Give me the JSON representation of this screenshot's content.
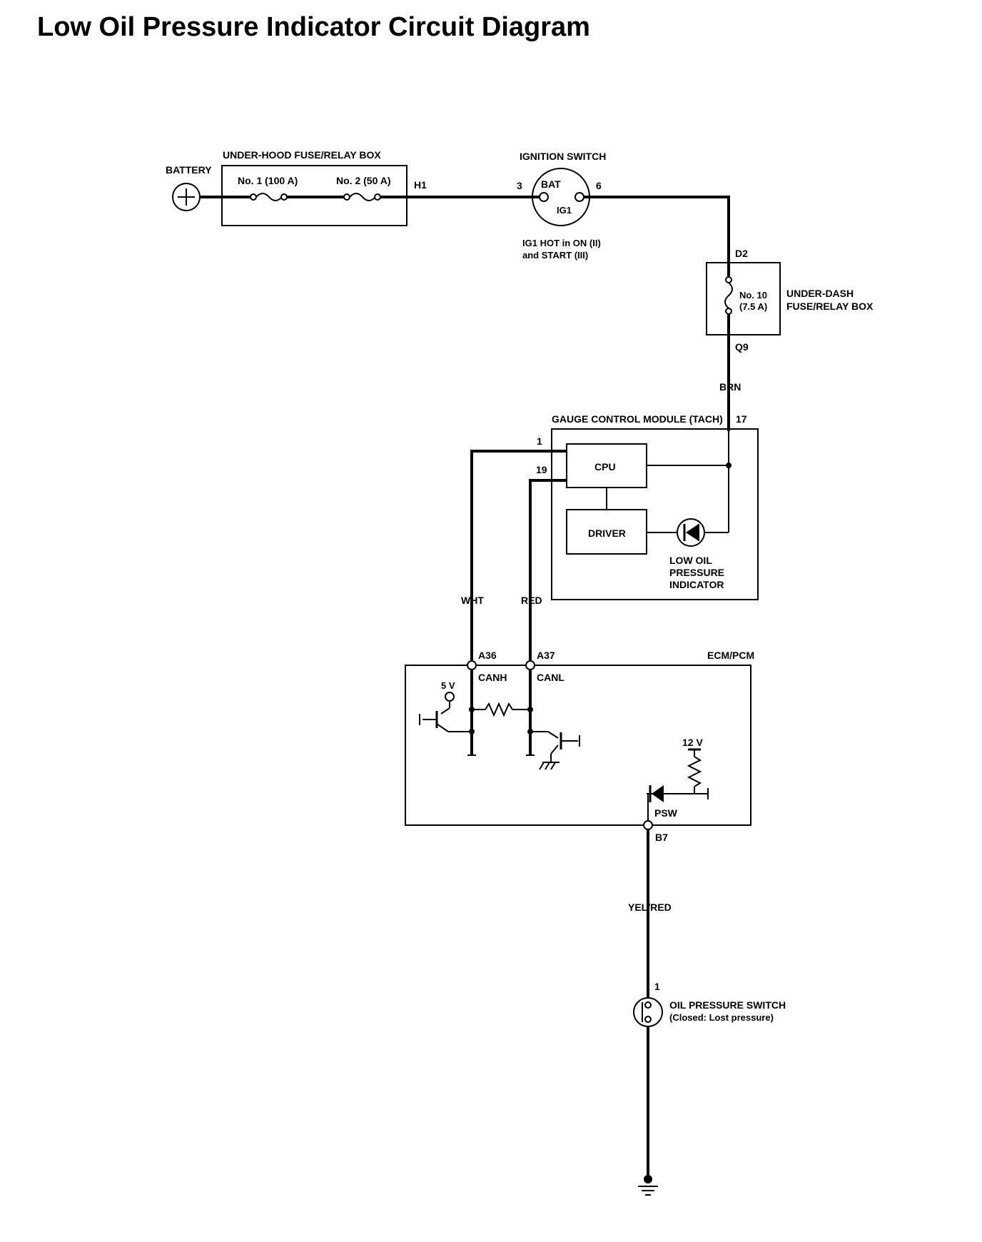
{
  "title": "Low Oil Pressure Indicator Circuit Diagram",
  "labels": {
    "battery": "BATTERY",
    "underhood_box": "UNDER-HOOD FUSE/RELAY BOX",
    "fuse1": "No. 1 (100 A)",
    "fuse2": "No. 2 (50 A)",
    "h1": "H1",
    "ignition_switch": "IGNITION SWITCH",
    "pin3": "3",
    "pin6": "6",
    "bat": "BAT",
    "ig1": "IG1",
    "ig1_note_1": "IG1 HOT in ON (II)",
    "ig1_note_2": "and START (III)",
    "d2": "D2",
    "fuse10_1": "No. 10",
    "fuse10_2": "(7.5 A)",
    "underdash_1": "UNDER-DASH",
    "underdash_2": "FUSE/RELAY BOX",
    "q9": "Q9",
    "brn": "BRN",
    "gauge_module": "GAUGE CONTROL MODULE (TACH)",
    "pin17": "17",
    "pin1": "1",
    "pin19": "19",
    "cpu": "CPU",
    "driver": "DRIVER",
    "indicator_1": "LOW OIL",
    "indicator_2": "PRESSURE",
    "indicator_3": "INDICATOR",
    "wht": "WHT",
    "red": "RED",
    "a36": "A36",
    "a37": "A37",
    "ecm": "ECM/PCM",
    "canh": "CANH",
    "canl": "CANL",
    "v5": "5 V",
    "v12": "12 V",
    "psw": "PSW",
    "b7": "B7",
    "yelred": "YEL/RED",
    "switch_pin1": "1",
    "oil_switch_1": "OIL PRESSURE SWITCH",
    "oil_switch_2": "(Closed: Lost pressure)"
  }
}
